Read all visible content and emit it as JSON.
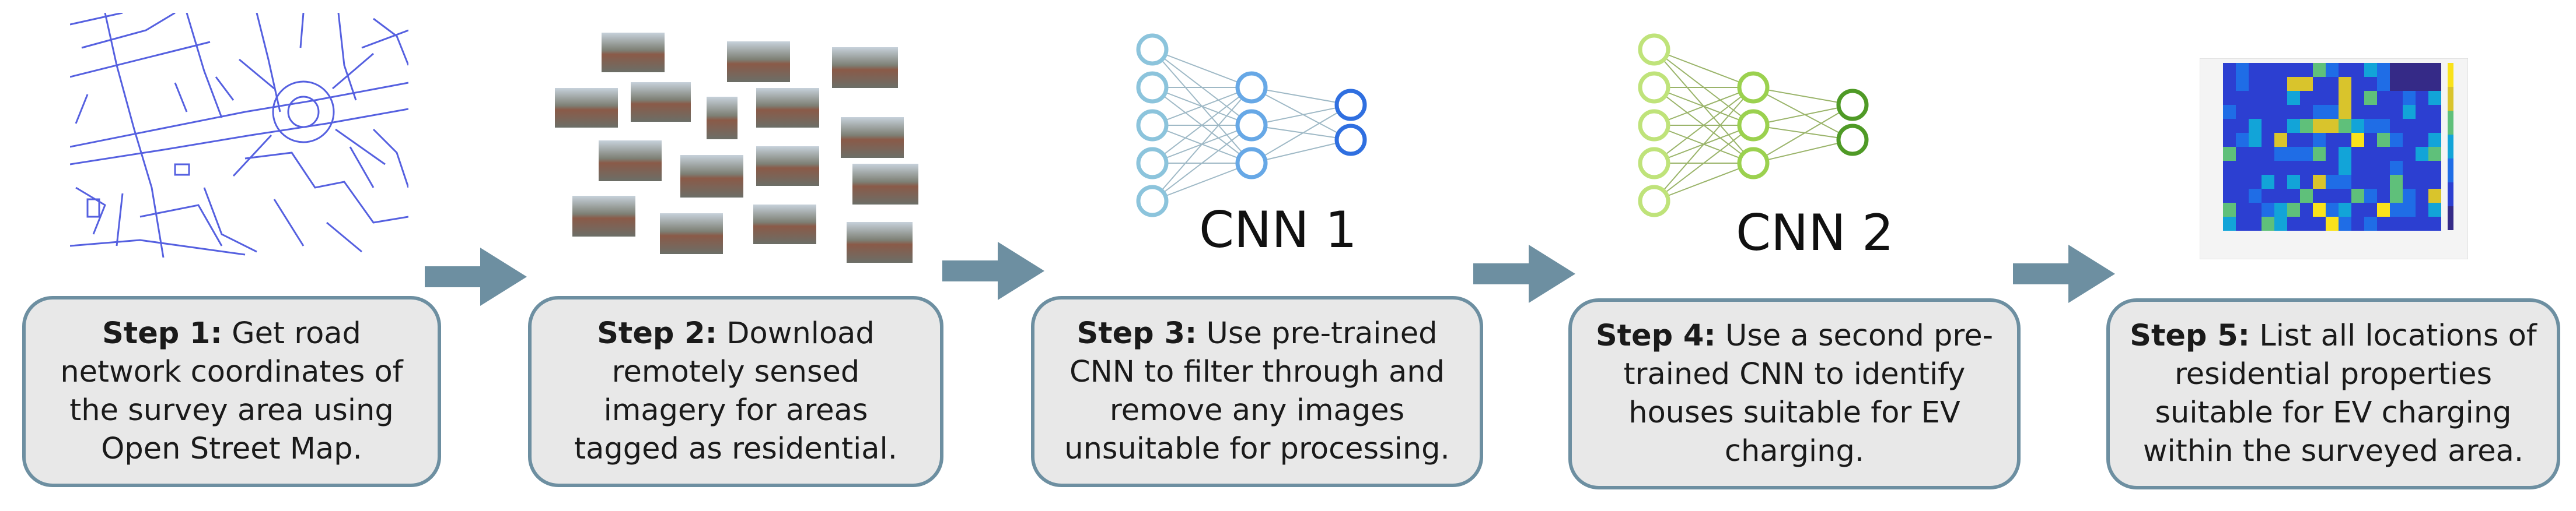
{
  "steps": [
    {
      "label": "Step 1:",
      "text": "Get road network coordinates of the survey area using Open Street Map."
    },
    {
      "label": "Step 2:",
      "text": "Download remotely sensed imagery for areas tagged as residential."
    },
    {
      "label": "Step 3:",
      "text": "Use pre-trained CNN to filter through and remove any images unsuitable for processing."
    },
    {
      "label": "Step 4:",
      "text": "Use a second pre-trained CNN to identify houses suitable for EV charging."
    },
    {
      "label": "Step 5:",
      "text": "List all locations of residential properties suitable for EV charging within the surveyed area."
    }
  ],
  "cnn1": {
    "label": "CNN 1",
    "colors": {
      "input": "#8cc4dc",
      "hidden": "#67a8e6",
      "output": "#2f6fe0",
      "edges": "#9fb9c6"
    }
  },
  "cnn2": {
    "label": "CNN 2",
    "colors": {
      "input": "#bfe37a",
      "hidden": "#9bd14f",
      "output": "#4f9a26",
      "edges": "#9ab46a"
    }
  },
  "colors": {
    "arrow": "#6d8fa1",
    "box_fill": "#e8e8e8",
    "box_border": "#6d8fa1",
    "map_line": "#5560e0"
  }
}
